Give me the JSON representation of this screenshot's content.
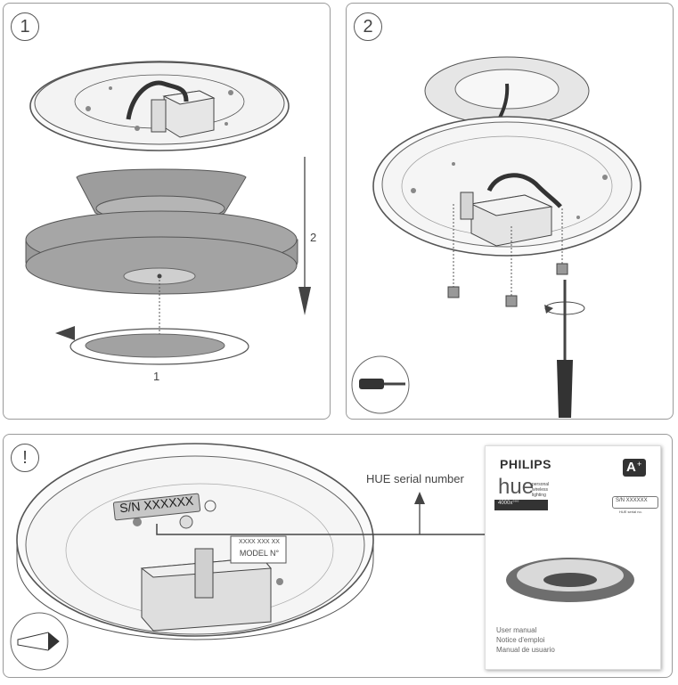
{
  "panel1": {
    "badge": "1",
    "label_drop": "2",
    "label_rotate": "1"
  },
  "panel2": {
    "badge": "2"
  },
  "panel3": {
    "badge": "!",
    "serial_label": "HUE serial number",
    "sn_sticker": "S/N XXXXXX",
    "model_line1": "XXXX XXX XX",
    "model_line2": "MODEL N°",
    "manual": {
      "brand": "PHILIPS",
      "product": "hue",
      "product_sub": "personal wireless lighting",
      "strip_text": "4000x°°°",
      "energy": "A",
      "energy_sup": "+",
      "serial_box": "S/N XXXXXX",
      "serial_box_sub": "HUE serial no.",
      "lines": [
        "User manual",
        "Notice d'emploi",
        "Manual de usuario"
      ]
    }
  }
}
